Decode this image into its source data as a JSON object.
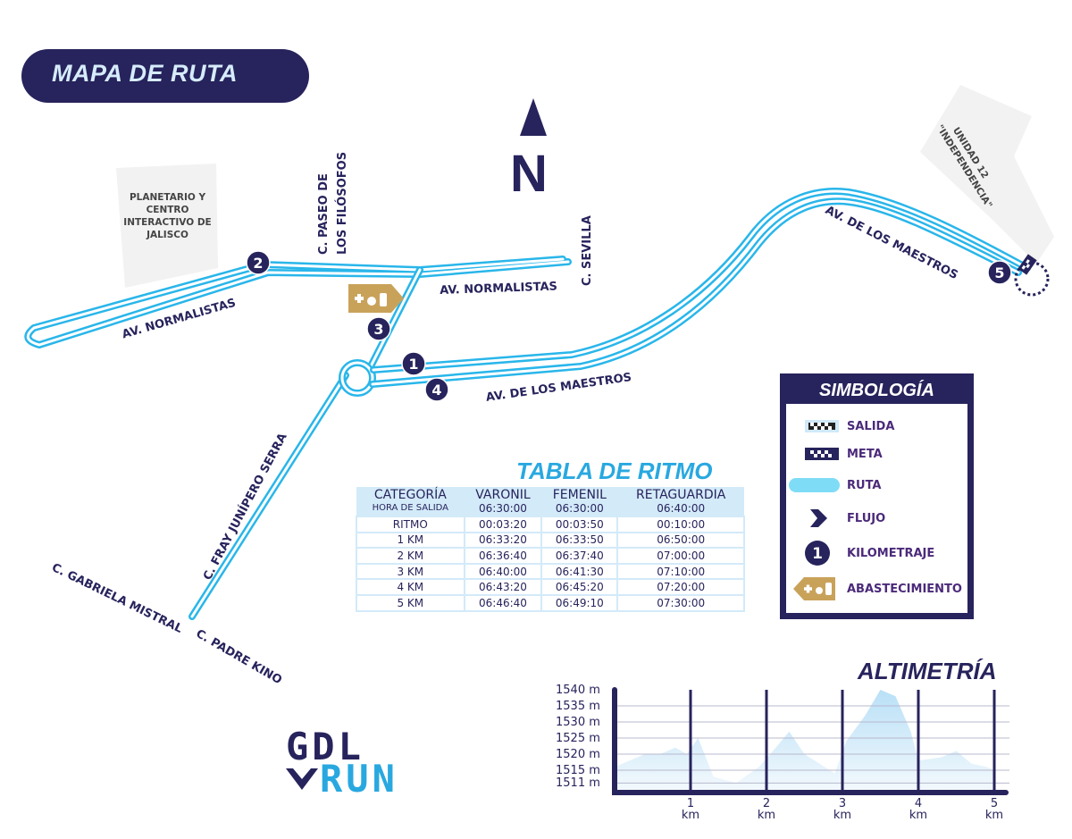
{
  "header": {
    "title": "MAPA DE RUTA"
  },
  "map": {
    "north_label": "N",
    "areas": [
      {
        "name": "planetario",
        "label": "PLANETARIO Y CENTRO INTERACTIVO DE JALISCO"
      },
      {
        "name": "unidad",
        "label_1": "UNIDAD 12",
        "label_2": "\"INDEPENDENCIA\""
      }
    ],
    "streets": {
      "normalistas_west": "AV. NORMALISTAS",
      "normalistas_east": "AV. NORMALISTAS",
      "paseo_1": "C. PASEO DE",
      "paseo_2": "LOS FILÓSOFOS",
      "sevilla": "C. SEVILLA",
      "maestros_center": "AV. DE LOS MAESTROS",
      "maestros_east": "AV. DE LOS MAESTROS",
      "fray": "C. FRAY JUNÍPERO SERRA",
      "gabriela": "C. GABRIELA MISTRAL",
      "padre": "C. PADRE KINO"
    },
    "km_markers": [
      "1",
      "2",
      "3",
      "4",
      "5"
    ],
    "colors": {
      "route": "#29b6ea",
      "navy": "#27235c",
      "supply": "#c9a25a",
      "area": "#f2f2f2"
    }
  },
  "tabla": {
    "title": "TABLA DE RITMO",
    "header": {
      "categoria": "CATEGORÍA",
      "hora": "HORA DE SALIDA",
      "cols": [
        {
          "name": "VARONIL",
          "start": "06:30:00"
        },
        {
          "name": "FEMENIL",
          "start": "06:30:00"
        },
        {
          "name": "RETAGUARDIA",
          "start": "06:40:00"
        }
      ]
    },
    "rows": [
      {
        "label": "RITMO",
        "values": [
          "00:03:20",
          "00:03:50",
          "00:10:00"
        ]
      },
      {
        "label": "1 KM",
        "values": [
          "06:33:20",
          "06:33:50",
          "06:50:00"
        ]
      },
      {
        "label": "2 KM",
        "values": [
          "06:36:40",
          "06:37:40",
          "07:00:00"
        ]
      },
      {
        "label": "3 KM",
        "values": [
          "06:40:00",
          "06:41:30",
          "07:10:00"
        ]
      },
      {
        "label": "4 KM",
        "values": [
          "06:43:20",
          "06:45:20",
          "07:20:00"
        ]
      },
      {
        "label": "5 KM",
        "values": [
          "06:46:40",
          "06:49:10",
          "07:30:00"
        ]
      }
    ]
  },
  "legend": {
    "title": "SIMBOLOGÍA",
    "items": [
      {
        "label": "SALIDA",
        "icon": "start-flag-icon"
      },
      {
        "label": "META",
        "icon": "finish-flag-icon"
      },
      {
        "label": "RUTA",
        "icon": "route-icon"
      },
      {
        "label": "FLUJO",
        "icon": "flow-chevron-icon"
      },
      {
        "label": "KILOMETRAJE",
        "icon": "km-marker-icon",
        "marker": "1"
      },
      {
        "label": "ABASTECIMIENTO",
        "icon": "supply-icon"
      }
    ]
  },
  "altimetria": {
    "title": "ALTIMETRÍA",
    "y_labels": [
      "1540 m",
      "1535 m",
      "1530 m",
      "1525 m",
      "1520 m",
      "1515 m",
      "1511 m"
    ],
    "x_labels": [
      {
        "n": "1",
        "u": "km"
      },
      {
        "n": "2",
        "u": "km"
      },
      {
        "n": "3",
        "u": "km"
      },
      {
        "n": "4",
        "u": "km"
      },
      {
        "n": "5",
        "u": "km"
      }
    ],
    "profile_km": [
      0,
      0.1,
      0.4,
      0.6,
      0.8,
      0.95,
      1.1,
      1.3,
      1.6,
      1.9,
      2.05,
      2.3,
      2.5,
      2.9,
      3.05,
      3.3,
      3.5,
      3.7,
      3.9,
      4.0,
      4.3,
      4.5,
      4.7,
      4.9,
      5.0
    ],
    "profile_m": [
      1516,
      1517,
      1520,
      1520,
      1522,
      1520,
      1525,
      1513,
      1511,
      1516,
      1520,
      1527,
      1520,
      1514,
      1524,
      1532,
      1540,
      1538,
      1527,
      1518,
      1519,
      1521,
      1517,
      1516,
      1515
    ]
  },
  "logo": {
    "line1": "GDL",
    "line2": "RUN"
  }
}
